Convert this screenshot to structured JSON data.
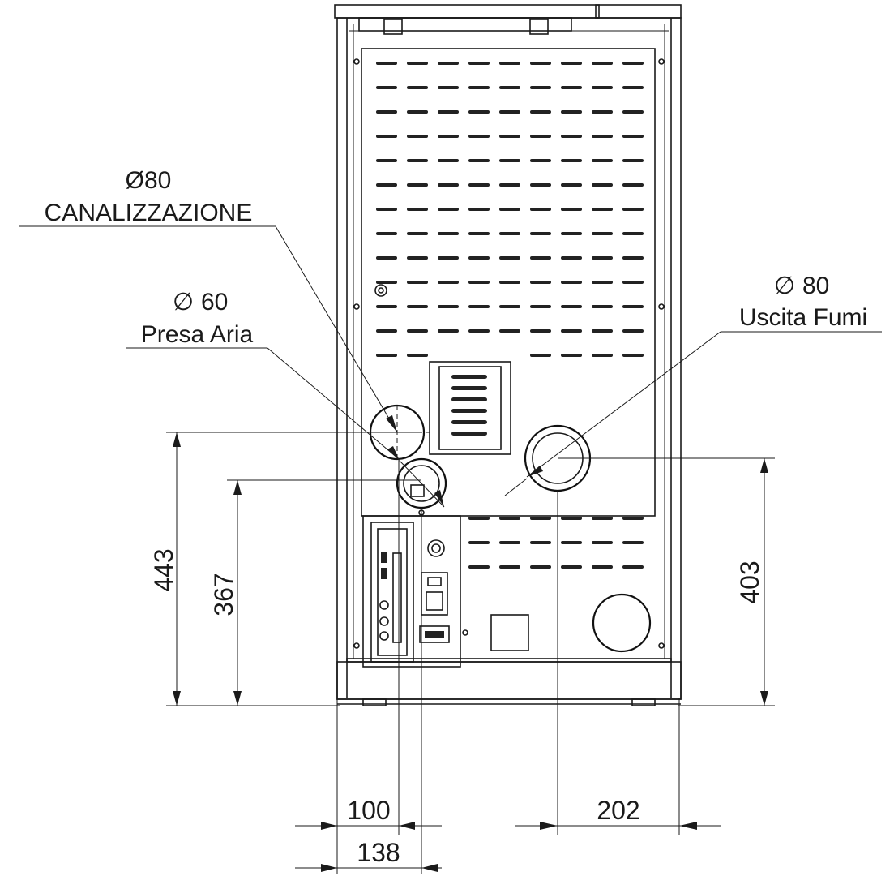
{
  "labels": {
    "canalizzazione_diameter": "Ø80",
    "canalizzazione_name": "CANALIZZAZIONE",
    "presa_aria_diameter": "60",
    "presa_aria_name": "Presa Aria",
    "uscita_fumi_diameter": "80",
    "uscita_fumi_name": "Uscita Fumi",
    "diameter_symbol": "∅"
  },
  "dimensions": {
    "height_canalizzazione": "443",
    "height_presa_aria": "367",
    "height_uscita_fumi": "403",
    "horizontal_presa_aria": "100",
    "horizontal_canalizzazione": "138",
    "horizontal_uscita_fumi": "202"
  }
}
